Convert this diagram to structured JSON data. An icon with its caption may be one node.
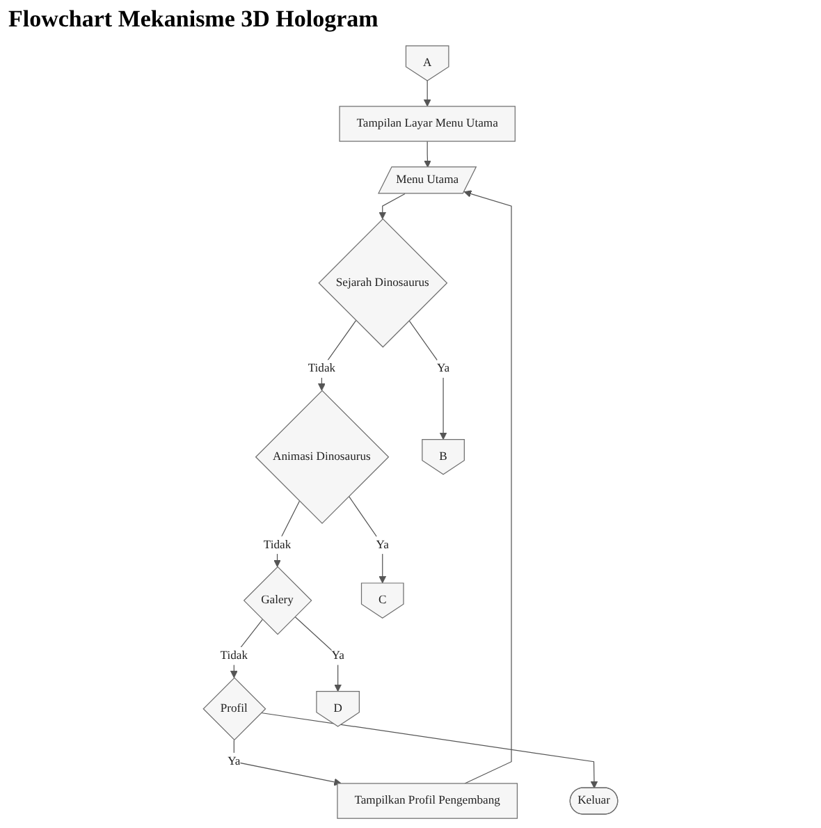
{
  "diagram": {
    "title": "Flowchart Mekanisme 3D Hologram",
    "nodes": [
      {
        "text": [
          "A"
        ]
      },
      {
        "text": [
          "Tampilan Layar Menu Utama"
        ]
      },
      {
        "text": [
          "Menu Utama"
        ]
      },
      {
        "text": [
          "Sejarah Dinosaurus"
        ]
      },
      {
        "text": [
          "B"
        ]
      },
      {
        "text": [
          "Animasi Dinosaurus"
        ]
      },
      {
        "text": [
          "C"
        ]
      },
      {
        "text": [
          "Galery"
        ]
      },
      {
        "text": [
          "D"
        ]
      },
      {
        "text": [
          "Profil"
        ]
      },
      {
        "text": [
          "Tampilkan Profil Pengembang"
        ]
      },
      {
        "text": [
          "Keluar"
        ]
      }
    ],
    "edges": [
      {
        "from": 0,
        "to": 1,
        "arrow": "to"
      },
      {
        "from": 1,
        "to": 2,
        "arrow": "to"
      },
      {
        "from": 2,
        "to": 3,
        "arrow": "to"
      },
      {
        "from": 3,
        "to": 4,
        "arrow": "to",
        "label": "Ya"
      },
      {
        "from": 3,
        "to": 5,
        "arrow": "to",
        "label": "Tidak"
      },
      {
        "from": 5,
        "to": 6,
        "arrow": "to",
        "label": "Ya"
      },
      {
        "from": 5,
        "to": 7,
        "arrow": "to",
        "label": "Tidak"
      },
      {
        "from": 7,
        "to": 8,
        "arrow": "to",
        "label": "Ya"
      },
      {
        "from": 7,
        "to": 9,
        "arrow": "to",
        "label": "Tidak"
      },
      {
        "from": 9,
        "to": 10,
        "arrow": "to",
        "label": "Ya"
      },
      {
        "from": 9,
        "to": 11,
        "arrow": "to"
      },
      {
        "from": 10,
        "to": 2,
        "arrow": "to"
      }
    ]
  }
}
